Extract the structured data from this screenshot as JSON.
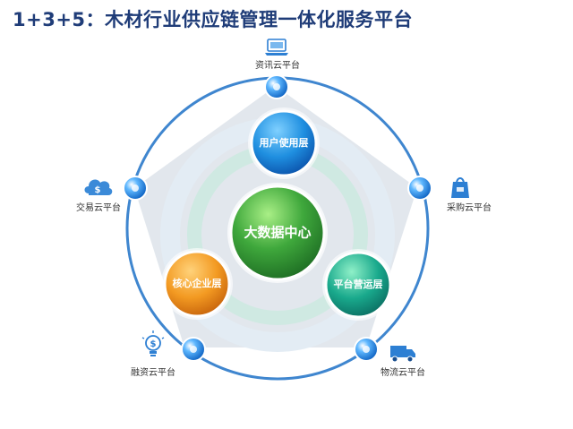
{
  "title": "1+3+5：木材行业供应链管理一体化服务平台",
  "core": {
    "label": "大数据中心"
  },
  "layers": [
    {
      "id": "user",
      "label": "用户使用层",
      "color": "#1f8fe0"
    },
    {
      "id": "core_biz",
      "label": "核心企业层",
      "color": "#f08a1c"
    },
    {
      "id": "operation",
      "label": "平台营运层",
      "color": "#17a08a"
    }
  ],
  "platforms": [
    {
      "id": "info",
      "label": "资讯云平台",
      "icon": "laptop-icon"
    },
    {
      "id": "purchase",
      "label": "采购云平台",
      "icon": "shopping-bag-icon"
    },
    {
      "id": "logistics",
      "label": "物流云平台",
      "icon": "truck-icon"
    },
    {
      "id": "finance",
      "label": "融资云平台",
      "icon": "lightbulb-icon"
    },
    {
      "id": "trade",
      "label": "交易云平台",
      "icon": "money-cloud-icon"
    }
  ],
  "colors": {
    "title": "#1f3c78",
    "ring": "#3f86cf",
    "dot": "#1a7ad8",
    "pentagon": "#dde3ea",
    "inner_ring": "#cfe9e2"
  }
}
